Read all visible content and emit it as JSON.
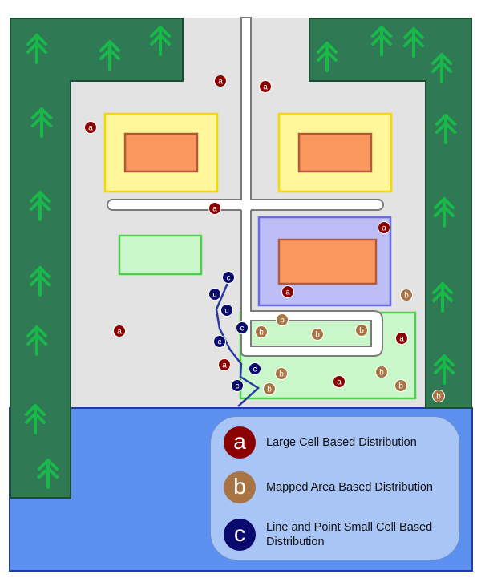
{
  "colors": {
    "forest": "#2f7a55",
    "forest_border": "#1e4d36",
    "tree": "#19b84a",
    "ground": "#e3e3e3",
    "water": "#5b8ff0",
    "road": "#ffffff",
    "road_border": "#7a7a7a",
    "building_fill": "#f9975f",
    "building_border": "#b35a3c",
    "yellow_zone": "#fff79a",
    "yellow_border": "#f6d800",
    "blue_zone": "#bdbdf6",
    "blue_border": "#6a6ae6",
    "green_zone": "#caf7ca",
    "green_border": "#4fcf4f",
    "cable": "#2b3aa0"
  },
  "markers": {
    "a": {
      "letter": "a",
      "color": "#8b0000"
    },
    "b": {
      "letter": "b",
      "color": "#a87444"
    },
    "c": {
      "letter": "c",
      "color": "#0a0a6e"
    }
  },
  "legend": [
    {
      "key": "a",
      "label": "Large Cell Based Distribution",
      "icon": "cell-a-icon"
    },
    {
      "key": "b",
      "label": "Mapped Area Based Distribution",
      "icon": "area-b-icon"
    },
    {
      "key": "c",
      "label": "Line and Point Small Cell Based Distribution",
      "icon": "line-point-c-icon"
    }
  ]
}
